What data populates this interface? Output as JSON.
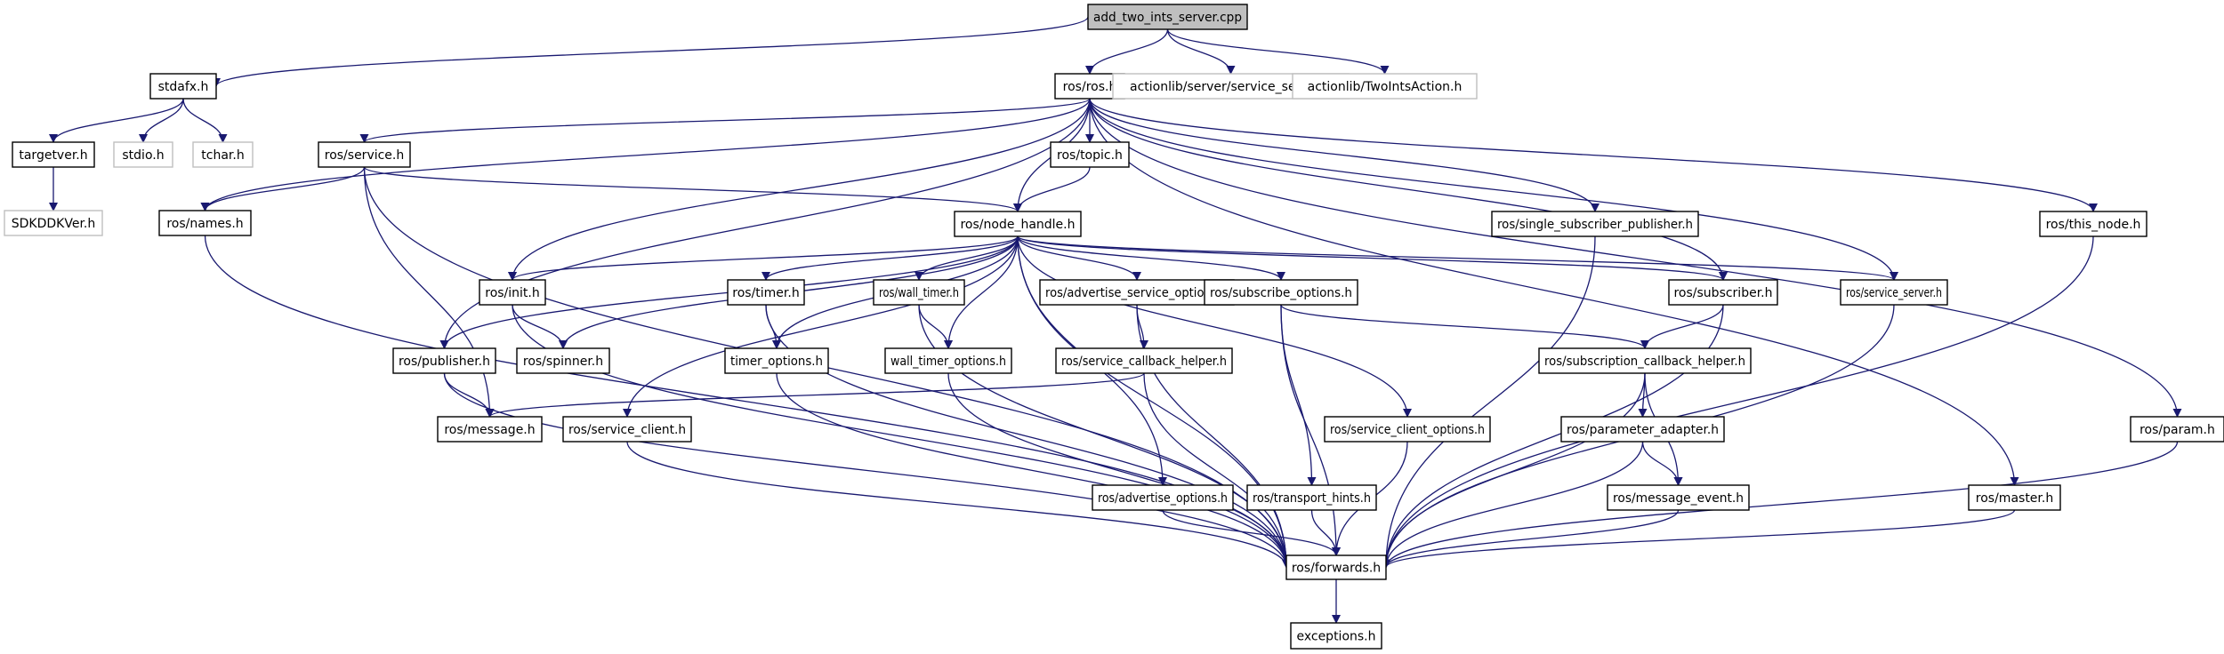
{
  "title": "add_two_ints_server.cpp include dependency graph",
  "colors": {
    "edge": "#191970",
    "node_border": "#000000",
    "node_fill": "#ffffff",
    "root_fill": "#bfbfbf",
    "external_border": "#bfbfbf",
    "external_text": "#000000"
  },
  "nodes": [
    {
      "id": "root",
      "label": "add_two_ints_server.cpp",
      "kind": "root"
    },
    {
      "id": "stdafx",
      "label": "stdafx.h",
      "kind": "normal"
    },
    {
      "id": "ros",
      "label": "ros/ros.h",
      "kind": "normal"
    },
    {
      "id": "svcserver_al",
      "label": "actionlib/server/service_server.h",
      "kind": "external"
    },
    {
      "id": "twoints",
      "label": "actionlib/TwoIntsAction.h",
      "kind": "external"
    },
    {
      "id": "targetver",
      "label": "targetver.h",
      "kind": "normal"
    },
    {
      "id": "stdio",
      "label": "stdio.h",
      "kind": "external"
    },
    {
      "id": "tchar",
      "label": "tchar.h",
      "kind": "external"
    },
    {
      "id": "sdkddkver",
      "label": "SDKDDKVer.h",
      "kind": "external"
    },
    {
      "id": "service",
      "label": "ros/service.h",
      "kind": "normal"
    },
    {
      "id": "names",
      "label": "ros/names.h",
      "kind": "normal"
    },
    {
      "id": "topic",
      "label": "ros/topic.h",
      "kind": "normal"
    },
    {
      "id": "node_handle",
      "label": "ros/node_handle.h",
      "kind": "normal"
    },
    {
      "id": "ssp",
      "label": "ros/single_subscriber_publisher.h",
      "kind": "normal"
    },
    {
      "id": "this_node",
      "label": "ros/this_node.h",
      "kind": "normal"
    },
    {
      "id": "init",
      "label": "ros/init.h",
      "kind": "normal"
    },
    {
      "id": "timer",
      "label": "ros/timer.h",
      "kind": "normal"
    },
    {
      "id": "wall_timer",
      "label": "ros/wall_timer.h",
      "kind": "normal"
    },
    {
      "id": "aso",
      "label": "ros/advertise_service_options.h",
      "kind": "normal"
    },
    {
      "id": "subopts",
      "label": "ros/subscribe_options.h",
      "kind": "normal"
    },
    {
      "id": "subscriber",
      "label": "ros/subscriber.h",
      "kind": "normal"
    },
    {
      "id": "service_server",
      "label": "ros/service_server.h",
      "kind": "normal"
    },
    {
      "id": "publisher",
      "label": "ros/publisher.h",
      "kind": "normal"
    },
    {
      "id": "spinner",
      "label": "ros/spinner.h",
      "kind": "normal"
    },
    {
      "id": "timer_options",
      "label": "timer_options.h",
      "kind": "normal"
    },
    {
      "id": "wall_timer_options",
      "label": "wall_timer_options.h",
      "kind": "normal"
    },
    {
      "id": "scbh",
      "label": "ros/service_callback_helper.h",
      "kind": "normal"
    },
    {
      "id": "subcbh",
      "label": "ros/subscription_callback_helper.h",
      "kind": "normal"
    },
    {
      "id": "message",
      "label": "ros/message.h",
      "kind": "normal"
    },
    {
      "id": "service_client",
      "label": "ros/service_client.h",
      "kind": "normal"
    },
    {
      "id": "sco",
      "label": "ros/service_client_options.h",
      "kind": "normal"
    },
    {
      "id": "param_adapter",
      "label": "ros/parameter_adapter.h",
      "kind": "normal"
    },
    {
      "id": "param",
      "label": "ros/param.h",
      "kind": "normal"
    },
    {
      "id": "adv_opts",
      "label": "ros/advertise_options.h",
      "kind": "normal"
    },
    {
      "id": "transport_hints",
      "label": "ros/transport_hints.h",
      "kind": "normal"
    },
    {
      "id": "message_event",
      "label": "ros/message_event.h",
      "kind": "normal"
    },
    {
      "id": "master",
      "label": "ros/master.h",
      "kind": "normal"
    },
    {
      "id": "forwards",
      "label": "ros/forwards.h",
      "kind": "normal"
    },
    {
      "id": "exceptions",
      "label": "exceptions.h",
      "kind": "normal"
    }
  ],
  "edges": [
    [
      "root",
      "stdafx"
    ],
    [
      "root",
      "ros"
    ],
    [
      "root",
      "svcserver_al"
    ],
    [
      "root",
      "twoints"
    ],
    [
      "stdafx",
      "targetver"
    ],
    [
      "stdafx",
      "stdio"
    ],
    [
      "stdafx",
      "tchar"
    ],
    [
      "targetver",
      "sdkddkver"
    ],
    [
      "ros",
      "service"
    ],
    [
      "ros",
      "names"
    ],
    [
      "ros",
      "topic"
    ],
    [
      "ros",
      "node_handle"
    ],
    [
      "ros",
      "ssp"
    ],
    [
      "ros",
      "this_node"
    ],
    [
      "ros",
      "init"
    ],
    [
      "ros",
      "publisher"
    ],
    [
      "ros",
      "subscriber"
    ],
    [
      "ros",
      "service_server"
    ],
    [
      "ros",
      "master"
    ],
    [
      "ros",
      "param"
    ],
    [
      "service",
      "names"
    ],
    [
      "service",
      "node_handle"
    ],
    [
      "service",
      "message"
    ],
    [
      "service",
      "forwards"
    ],
    [
      "topic",
      "node_handle"
    ],
    [
      "names",
      "forwards"
    ],
    [
      "node_handle",
      "init"
    ],
    [
      "node_handle",
      "publisher"
    ],
    [
      "node_handle",
      "spinner"
    ],
    [
      "node_handle",
      "timer"
    ],
    [
      "node_handle",
      "wall_timer"
    ],
    [
      "node_handle",
      "timer_options"
    ],
    [
      "node_handle",
      "wall_timer_options"
    ],
    [
      "node_handle",
      "aso"
    ],
    [
      "node_handle",
      "subopts"
    ],
    [
      "node_handle",
      "subscriber"
    ],
    [
      "node_handle",
      "service_server"
    ],
    [
      "node_handle",
      "service_client"
    ],
    [
      "node_handle",
      "sco"
    ],
    [
      "node_handle",
      "adv_opts"
    ],
    [
      "node_handle",
      "forwards"
    ],
    [
      "init",
      "spinner"
    ],
    [
      "init",
      "forwards"
    ],
    [
      "publisher",
      "message"
    ],
    [
      "publisher",
      "forwards"
    ],
    [
      "timer",
      "timer_options"
    ],
    [
      "timer",
      "forwards"
    ],
    [
      "wall_timer",
      "wall_timer_options"
    ],
    [
      "wall_timer",
      "forwards"
    ],
    [
      "timer_options",
      "forwards"
    ],
    [
      "wall_timer_options",
      "forwards"
    ],
    [
      "aso",
      "scbh"
    ],
    [
      "aso",
      "forwards"
    ],
    [
      "scbh",
      "message"
    ],
    [
      "scbh",
      "forwards"
    ],
    [
      "subopts",
      "subcbh"
    ],
    [
      "subopts",
      "transport_hints"
    ],
    [
      "subopts",
      "forwards"
    ],
    [
      "subscriber",
      "subcbh"
    ],
    [
      "subscriber",
      "forwards"
    ],
    [
      "subcbh",
      "param_adapter"
    ],
    [
      "subcbh",
      "message_event"
    ],
    [
      "subcbh",
      "forwards"
    ],
    [
      "param_adapter",
      "message_event"
    ],
    [
      "param_adapter",
      "forwards"
    ],
    [
      "message_event",
      "forwards"
    ],
    [
      "service_client",
      "forwards"
    ],
    [
      "sco",
      "forwards"
    ],
    [
      "adv_opts",
      "forwards"
    ],
    [
      "transport_hints",
      "forwards"
    ],
    [
      "service_server",
      "forwards"
    ],
    [
      "ssp",
      "forwards"
    ],
    [
      "this_node",
      "forwards"
    ],
    [
      "master",
      "forwards"
    ],
    [
      "param",
      "forwards"
    ],
    [
      "forwards",
      "exceptions"
    ]
  ]
}
